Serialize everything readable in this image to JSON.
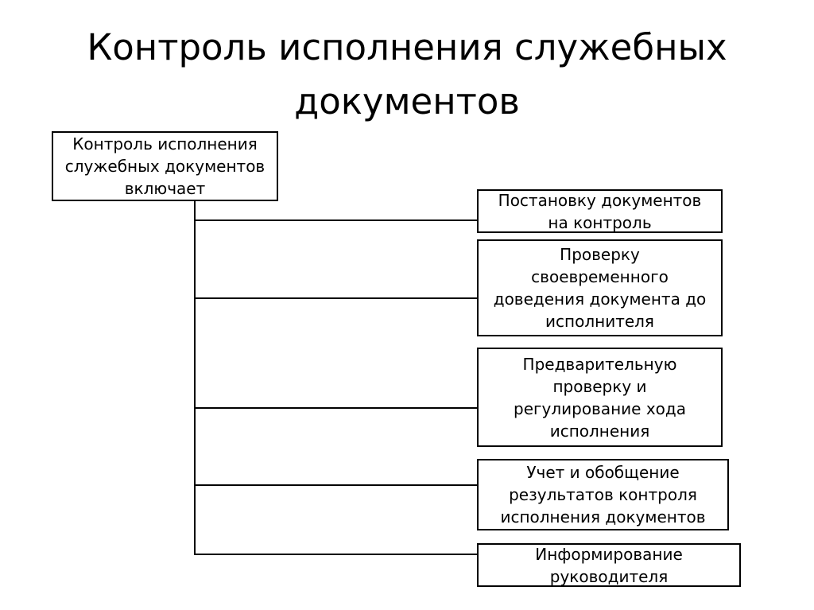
{
  "page": {
    "background_color": "#ffffff",
    "text_color": "#000000",
    "border_color": "#000000"
  },
  "title": {
    "text": "Контроль исполнения служебных документов",
    "lines": [
      "Контроль исполнения служебных",
      "документов"
    ]
  },
  "root_box": {
    "label": "Контроль исполнения служебных документов включает",
    "lines": [
      "Контроль исполнения",
      "служебных документов",
      "включает"
    ]
  },
  "branches": [
    {
      "label": "Постановку документов на контроль",
      "lines": [
        "Постановку документов",
        "на контроль"
      ]
    },
    {
      "label": "Проверку своевременного доведения документа до исполнителя",
      "lines": [
        "Проверку",
        "своевременного",
        "доведения документа до",
        "исполнителя"
      ]
    },
    {
      "label": "Предварительную проверку и регулирование хода исполнения",
      "lines": [
        "Предварительную",
        "проверку и",
        "регулирование хода",
        "исполнения"
      ]
    },
    {
      "label": "Учет и обобщение результатов контроля исполнения документов",
      "lines": [
        "Учет и обобщение",
        "результатов контроля",
        "исполнения документов"
      ]
    },
    {
      "label": "Информирование руководителя",
      "lines": [
        "Информирование",
        "руководителя"
      ]
    }
  ]
}
